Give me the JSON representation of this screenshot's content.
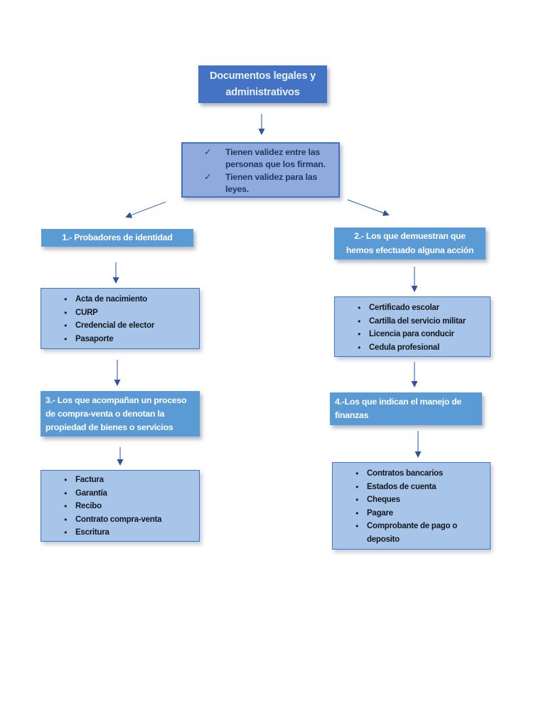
{
  "colors": {
    "title_bg": "#4472C4",
    "title_text": "#E8F0FA",
    "validity_bg": "#8FAADC",
    "validity_border": "#4472C4",
    "validity_text": "#1F3864",
    "header_bg": "#5B9BD5",
    "header_text": "#FFFFFF",
    "list_bg": "#A6C5E8",
    "list_border": "#4472C4",
    "list_text": "#15181F",
    "arrow": "#4472C4"
  },
  "title": {
    "text": "Documentos legales y\nadministrativos"
  },
  "validity": {
    "check_glyph": "✓",
    "items": [
      "Tienen validez entre las\npersonas que los firman.",
      "Tienen validez para las\nleyes."
    ]
  },
  "branches": {
    "identity": {
      "header": "1.- Probadores de identidad",
      "items": [
        "Acta de nacimiento",
        "CURP",
        "Credencial de elector",
        "Pasaporte"
      ]
    },
    "actions": {
      "header": "2.- Los que demuestran que\nhemos efectuado alguna acción",
      "items": [
        "Certificado escolar",
        "Cartilla del servicio militar",
        "Licencia para conducir",
        "Cedula profesional"
      ]
    },
    "commerce": {
      "header": "3.- Los que acompañan un proceso\nde compra-venta o denotan la\npropiedad de bienes o servicios",
      "items": [
        "Factura",
        "Garantía",
        "Recibo",
        "Contrato compra-venta",
        "Escritura"
      ]
    },
    "finance": {
      "header": "4.-Los que indican el manejo de\nfinanzas",
      "items": [
        "Contratos bancarios",
        "Estados de cuenta",
        "Cheques",
        "Pagare",
        "Comprobante de pago o\ndeposito"
      ]
    }
  }
}
